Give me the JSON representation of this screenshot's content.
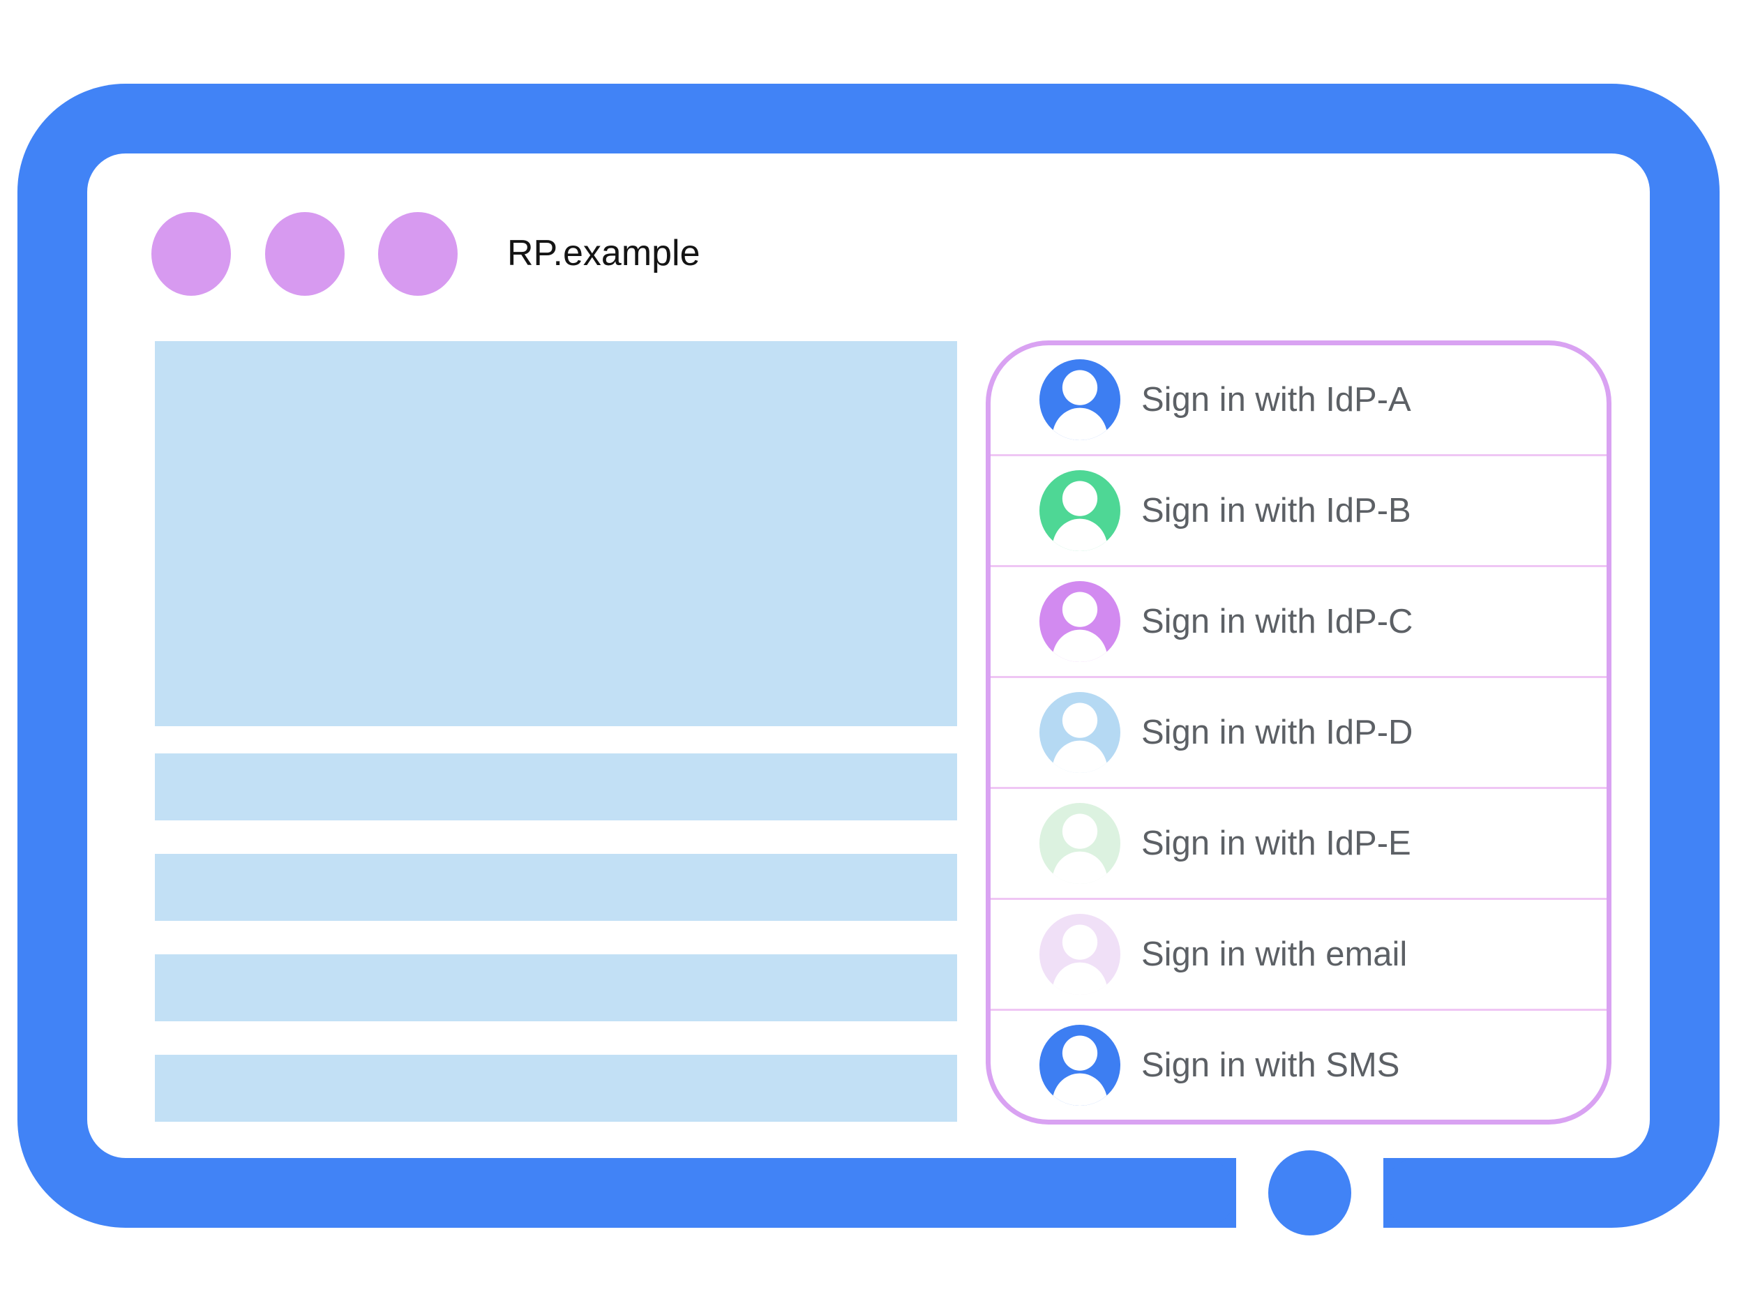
{
  "illustration": {
    "browser": {
      "title": "RP.example",
      "window_controls_count": 3,
      "placeholder_blocks": {
        "hero_block": 1,
        "text_bars": 4
      }
    },
    "signin_panel": {
      "items": [
        {
          "label": "Sign in with IdP-A",
          "avatar_color": "#3d7ef2"
        },
        {
          "label": "Sign in with IdP-B",
          "avatar_color": "#4ed795"
        },
        {
          "label": "Sign in with IdP-C",
          "avatar_color": "#d28af0"
        },
        {
          "label": "Sign in with IdP-D",
          "avatar_color": "#b5d9f3"
        },
        {
          "label": "Sign in with IdP-E",
          "avatar_color": "#dcf2e0"
        },
        {
          "label": "Sign in with email",
          "avatar_color": "#f0e0f7"
        },
        {
          "label": "Sign in with SMS",
          "avatar_color": "#3d7ef2"
        }
      ]
    },
    "colors": {
      "frame_blue": "#4183f6",
      "placeholder_blue": "#c2e0f5",
      "window_dot_purple": "#d79af0",
      "panel_border_purple": "#d9a2f2",
      "panel_divider_pink": "#efc6f4",
      "label_gray": "#5c6065",
      "title_black": "#141414"
    }
  }
}
